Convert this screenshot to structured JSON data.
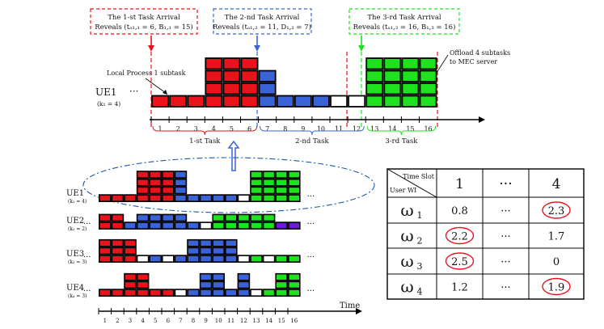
{
  "colors": {
    "red": "#e8131b",
    "blue": "#3b63d8",
    "green": "#1ee21e",
    "purple": "#6a1ad8",
    "white": "#ffffff",
    "outline": "#000000",
    "dashed_red": "#e8131b",
    "dashed_blue": "#3b63d8",
    "dashed_green": "#1ee21e",
    "ellipse": "#1e5aa8"
  },
  "arrivals": [
    {
      "line1": "The 1-st Task Arrival",
      "line2": "Reveals (tₐ₁,₁ = 6, B₁,₁ = 15)",
      "color": "red",
      "slot": 1
    },
    {
      "line1": "The 2-nd Task Arrival",
      "line2": "Reveals (tₐ₁,₂ = 11, D₁,₂ = 7)",
      "color": "blue",
      "slot": 7
    },
    {
      "line1": "The 3-rd Task Arrival",
      "line2": "Reveals (tₐ₁,₃ = 16, B₁,₃ = 16)",
      "color": "green",
      "slot": 13
    }
  ],
  "top_timeline": {
    "ue_label": "UE1",
    "ue_sub": "(k₁ = 4)",
    "ellipsis": "···",
    "local_note": "Local Process 1 subtask",
    "offload_note_line1": "Offload 4 subtasks",
    "offload_note_line2": "to MEC server",
    "ticks": [
      "1",
      "2",
      "3",
      "4",
      "5",
      "6",
      "7",
      "8",
      "9",
      "10",
      "11",
      "12",
      "13",
      "14",
      "15",
      "16"
    ],
    "brackets": [
      {
        "label": "1-st Task",
        "color": "red"
      },
      {
        "label": "2-nd Task",
        "color": "blue"
      },
      {
        "label": "3-rd Task",
        "color": "green"
      }
    ],
    "columns": [
      [
        "red"
      ],
      [
        "red"
      ],
      [
        "red"
      ],
      [
        "red",
        "red",
        "red",
        "red"
      ],
      [
        "red",
        "red",
        "red",
        "red"
      ],
      [
        "red",
        "red",
        "red",
        "red"
      ],
      [
        "blue",
        "blue",
        "blue"
      ],
      [
        "blue"
      ],
      [
        "blue"
      ],
      [
        "blue"
      ],
      [
        "white"
      ],
      [
        "white"
      ],
      [
        "green",
        "green",
        "green",
        "green"
      ],
      [
        "green",
        "green",
        "green",
        "green"
      ],
      [
        "green",
        "green",
        "green",
        "green"
      ],
      [
        "green",
        "green",
        "green",
        "green"
      ]
    ]
  },
  "bottom_timelines": [
    {
      "ue_label": "UE1",
      "ue_sub": "(k₁ = 4)",
      "left_ellipsis": "",
      "right_ellipsis": "···",
      "columns": [
        [
          "red"
        ],
        [
          "red"
        ],
        [
          "red"
        ],
        [
          "red",
          "red",
          "red",
          "red"
        ],
        [
          "red",
          "red",
          "red",
          "red"
        ],
        [
          "red",
          "red",
          "red",
          "red"
        ],
        [
          "blue",
          "blue",
          "blue",
          "blue"
        ],
        [
          "blue"
        ],
        [
          "blue"
        ],
        [
          "blue"
        ],
        [
          "blue"
        ],
        [
          "white"
        ],
        [
          "green",
          "green",
          "green",
          "green"
        ],
        [
          "green",
          "green",
          "green",
          "green"
        ],
        [
          "green",
          "green",
          "green",
          "green"
        ],
        [
          "green",
          "green",
          "green",
          "green"
        ]
      ]
    },
    {
      "ue_label": "UE2",
      "ue_sub": "(k₂ = 2)",
      "left_ellipsis": "···",
      "right_ellipsis": "···",
      "columns": [
        [
          "red",
          "red"
        ],
        [
          "red",
          "red"
        ],
        [
          "blue"
        ],
        [
          "blue",
          "blue"
        ],
        [
          "blue",
          "blue"
        ],
        [
          "blue",
          "blue"
        ],
        [
          "blue",
          "blue"
        ],
        [
          "blue"
        ],
        [
          "white"
        ],
        [
          "green",
          "green"
        ],
        [
          "green",
          "green"
        ],
        [
          "green",
          "green"
        ],
        [
          "green",
          "green"
        ],
        [
          "green",
          "green"
        ],
        [
          "purple"
        ],
        [
          "purple"
        ]
      ]
    },
    {
      "ue_label": "UE3",
      "ue_sub": "(k₃ = 3)",
      "left_ellipsis": "···",
      "right_ellipsis": "···",
      "columns": [
        [
          "red",
          "red",
          "red"
        ],
        [
          "red",
          "red",
          "red"
        ],
        [
          "red",
          "red",
          "red"
        ],
        [
          "white"
        ],
        [
          "blue"
        ],
        [
          "white"
        ],
        [
          "blue"
        ],
        [
          "blue",
          "blue",
          "blue"
        ],
        [
          "blue",
          "blue",
          "blue"
        ],
        [
          "blue",
          "blue",
          "blue"
        ],
        [
          "blue",
          "blue",
          "blue"
        ],
        [
          "white"
        ],
        [
          "green"
        ],
        [
          "white"
        ],
        [
          "green"
        ],
        [
          "green"
        ]
      ]
    },
    {
      "ue_label": "UE4",
      "ue_sub": "(k₄ = 3)",
      "left_ellipsis": "···",
      "right_ellipsis": "···",
      "columns": [
        [
          "red"
        ],
        [
          "red"
        ],
        [
          "red",
          "red",
          "red"
        ],
        [
          "red",
          "red",
          "red"
        ],
        [
          "red"
        ],
        [
          "red"
        ],
        [
          "white"
        ],
        [
          "blue"
        ],
        [
          "blue",
          "blue",
          "blue"
        ],
        [
          "blue",
          "blue",
          "blue"
        ],
        [
          "blue"
        ],
        [
          "blue",
          "blue",
          "blue"
        ],
        [
          "white"
        ],
        [
          "green"
        ],
        [
          "green",
          "green",
          "green"
        ],
        [
          "green",
          "green",
          "green"
        ]
      ]
    }
  ],
  "bottom_axis": {
    "ticks": [
      "1",
      "2",
      "3",
      "4",
      "5",
      "6",
      "7",
      "8",
      "9",
      "10",
      "11",
      "12",
      "13",
      "14",
      "15",
      "16"
    ],
    "time_label": "Time"
  },
  "table": {
    "corner_top": "Time Slot",
    "corner_bottom": "User WI",
    "columns": [
      "1",
      "···",
      "4"
    ],
    "rows": [
      {
        "label": "ω",
        "sub": "1",
        "cells": [
          "0.8",
          "···",
          "2.3"
        ],
        "circled": [
          false,
          false,
          true
        ]
      },
      {
        "label": "ω",
        "sub": "2",
        "cells": [
          "2.2",
          "···",
          "1.7"
        ],
        "circled": [
          true,
          false,
          false
        ]
      },
      {
        "label": "ω",
        "sub": "3",
        "cells": [
          "2.5",
          "···",
          "0"
        ],
        "circled": [
          true,
          false,
          false
        ]
      },
      {
        "label": "ω",
        "sub": "4",
        "cells": [
          "1.2",
          "···",
          "1.9"
        ],
        "circled": [
          false,
          false,
          true
        ]
      }
    ]
  }
}
